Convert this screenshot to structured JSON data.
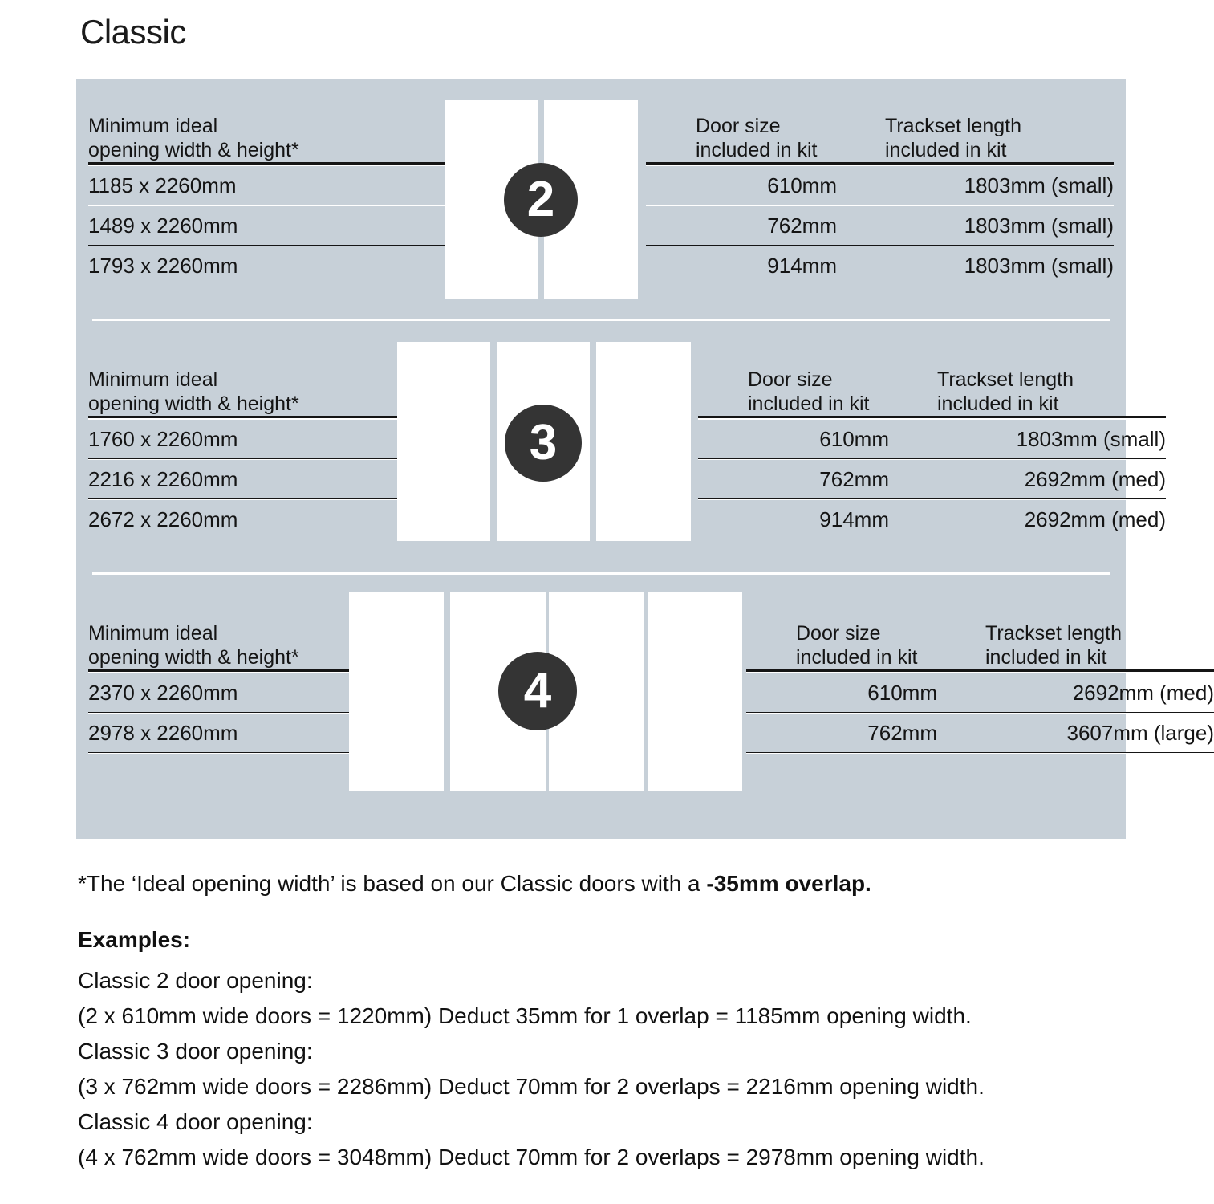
{
  "title": "Classic",
  "colors": {
    "card_background": "#c7d0d8",
    "badge": "#343434",
    "panel": "#ffffff",
    "text": "#141414",
    "rule": "#151515"
  },
  "sections": [
    {
      "badge": "2",
      "door_count": 2,
      "headers": {
        "opening": "Minimum ideal\nopening width & height*",
        "door_size": "Door size\nincluded in kit",
        "trackset": "Trackset length\nincluded in kit"
      },
      "rows": [
        {
          "opening": "1185 x 2260mm",
          "door_size": "610mm",
          "trackset": "1803mm (small)"
        },
        {
          "opening": "1489 x 2260mm",
          "door_size": "762mm",
          "trackset": "1803mm (small)"
        },
        {
          "opening": "1793 x 2260mm",
          "door_size": "914mm",
          "trackset": "1803mm (small)"
        }
      ]
    },
    {
      "badge": "3",
      "door_count": 3,
      "headers": {
        "opening": "Minimum ideal\nopening width & height*",
        "door_size": "Door size\nincluded in kit",
        "trackset": "Trackset length\nincluded in kit"
      },
      "rows": [
        {
          "opening": "1760 x 2260mm",
          "door_size": "610mm",
          "trackset": "1803mm (small)"
        },
        {
          "opening": "2216 x 2260mm",
          "door_size": "762mm",
          "trackset": "2692mm (med)"
        },
        {
          "opening": "2672 x 2260mm",
          "door_size": "914mm",
          "trackset": "2692mm (med)"
        }
      ]
    },
    {
      "badge": "4",
      "door_count": 4,
      "headers": {
        "opening": "Minimum ideal\nopening width & height*",
        "door_size": "Door size\nincluded in kit",
        "trackset": "Trackset length\nincluded in kit"
      },
      "rows": [
        {
          "opening": "2370 x 2260mm",
          "door_size": "610mm",
          "trackset": "2692mm (med)"
        },
        {
          "opening": "2978 x 2260mm",
          "door_size": "762mm",
          "trackset": "3607mm (large)"
        }
      ]
    }
  ],
  "footnote": {
    "text": "*The ‘Ideal opening width’ is based on our Classic doors with a ",
    "emphasis": "-35mm overlap."
  },
  "examples": {
    "heading": "Examples:",
    "lines": [
      "Classic 2 door opening:",
      "(2 x 610mm wide doors = 1220mm)  Deduct 35mm for 1 overlap = 1185mm opening width.",
      "Classic 3 door opening:",
      "(3 x 762mm wide doors = 2286mm)  Deduct 70mm for 2 overlaps = 2216mm opening width.",
      "Classic 4 door opening:",
      "(4 x 762mm wide doors = 3048mm)  Deduct 70mm for 2 overlaps = 2978mm opening width."
    ]
  }
}
